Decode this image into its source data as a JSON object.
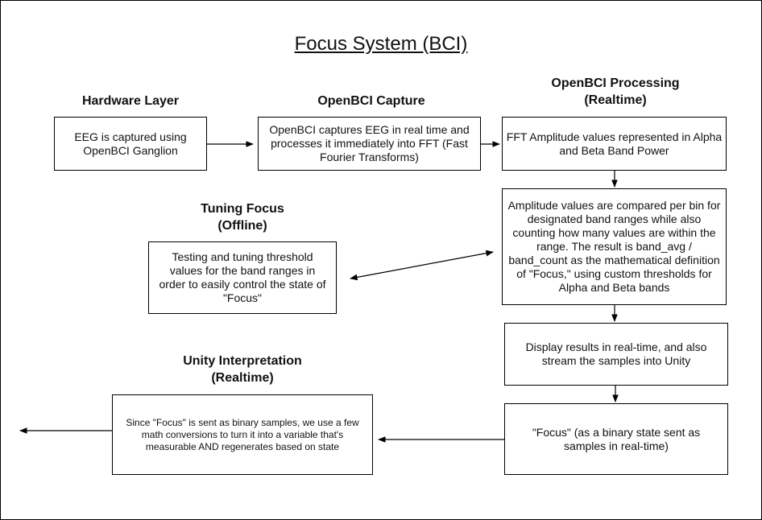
{
  "title": "Focus System (BCI)",
  "headings": {
    "hardware": "Hardware Layer",
    "capture": "OpenBCI Capture",
    "processing_1": "OpenBCI Processing",
    "processing_2": "(Realtime)",
    "tuning_1": "Tuning Focus",
    "tuning_2": "(Offline)",
    "unity_1": "Unity Interpretation",
    "unity_2": "(Realtime)"
  },
  "boxes": {
    "hardware": "EEG is captured using OpenBCI Ganglion",
    "capture": "OpenBCI captures EEG in real time and processes it immediately into FFT (Fast Fourier Transforms)",
    "processing": "FFT Amplitude values represented in Alpha and Beta Band Power",
    "compare": "Amplitude values are compared per bin for designated band ranges while also counting how many values are within the range. The result is band_avg / band_count as the mathematical definition of \"Focus,\" using custom thresholds for Alpha and Beta bands",
    "tuning": "Testing and tuning threshold values for the band ranges in order to easily control the state of \"Focus\"",
    "display": "Display results in real-time, and also stream the samples into Unity",
    "focus_state": "\"Focus\" (as a binary state sent as samples in real-time)",
    "unity": "Since \"Focus\" is sent as binary samples, we use a few math conversions to turn it into a variable that's measurable AND regenerates based on state"
  }
}
